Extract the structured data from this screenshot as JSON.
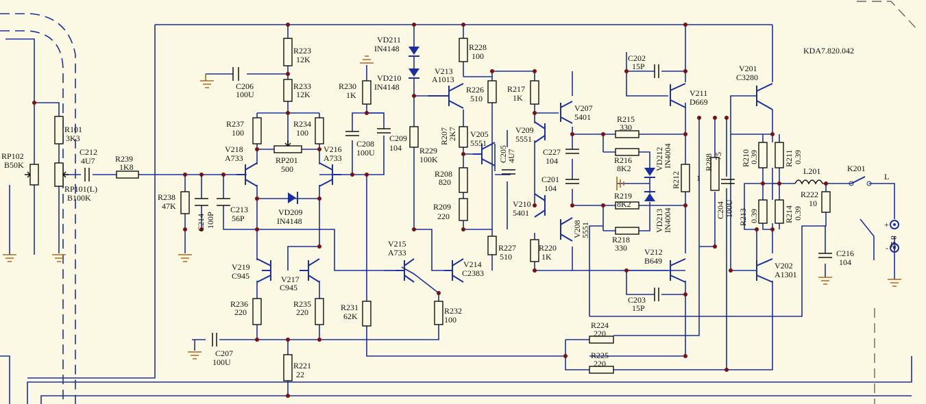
{
  "doc_id": "KDA7.820.042",
  "resistors": [
    {
      "id": "R223",
      "val": "12K"
    },
    {
      "id": "R233",
      "val": "12K"
    },
    {
      "id": "R237",
      "val": "100"
    },
    {
      "id": "R234",
      "val": "100"
    },
    {
      "id": "RP201",
      "val": "500"
    },
    {
      "id": "R238",
      "val": "47K"
    },
    {
      "id": "R239",
      "val": "1K8"
    },
    {
      "id": "R101",
      "val": "3K3"
    },
    {
      "id": "R236",
      "val": "220"
    },
    {
      "id": "R235",
      "val": "220"
    },
    {
      "id": "R221",
      "val": "22"
    },
    {
      "id": "R231",
      "val": "62K"
    },
    {
      "id": "R232",
      "val": "100"
    },
    {
      "id": "R230",
      "val": "1K"
    },
    {
      "id": "R229",
      "val": "100K"
    },
    {
      "id": "R228",
      "val": "100"
    },
    {
      "id": "R226",
      "val": "510"
    },
    {
      "id": "R207",
      "val": "2K7"
    },
    {
      "id": "R208",
      "val": "820"
    },
    {
      "id": "R209",
      "val": "220"
    },
    {
      "id": "R227",
      "val": "510"
    },
    {
      "id": "R217",
      "val": "1K"
    },
    {
      "id": "R220",
      "val": "1K"
    },
    {
      "id": "R215",
      "val": "330"
    },
    {
      "id": "R216",
      "val": "8K2"
    },
    {
      "id": "R219",
      "val": "8K2"
    },
    {
      "id": "R218",
      "val": "330"
    },
    {
      "id": "R212",
      "val": "1"
    },
    {
      "id": "R288",
      "val": "75"
    },
    {
      "id": "R210",
      "val": "0.39"
    },
    {
      "id": "R211",
      "val": "0.39"
    },
    {
      "id": "R213",
      "val": "0.39"
    },
    {
      "id": "R214",
      "val": "0.39"
    },
    {
      "id": "R222",
      "val": "10"
    },
    {
      "id": "R224",
      "val": "220"
    },
    {
      "id": "R225",
      "val": "220"
    }
  ],
  "capacitors": [
    {
      "id": "C206",
      "val": "100U"
    },
    {
      "id": "C212",
      "val": "4U7"
    },
    {
      "id": "C214",
      "val": "100P"
    },
    {
      "id": "C213",
      "val": "56P"
    },
    {
      "id": "C207",
      "val": "100U"
    },
    {
      "id": "C208",
      "val": "100U"
    },
    {
      "id": "C209",
      "val": "104"
    },
    {
      "id": "C205",
      "val": "4U7"
    },
    {
      "id": "C227",
      "val": "104"
    },
    {
      "id": "C201",
      "val": "104"
    },
    {
      "id": "C202",
      "val": "15P"
    },
    {
      "id": "C203",
      "val": "15P"
    },
    {
      "id": "C204",
      "val": "100U"
    },
    {
      "id": "C216",
      "val": "104"
    }
  ],
  "transistors": [
    {
      "id": "V218",
      "val": "A733"
    },
    {
      "id": "V216",
      "val": "A733"
    },
    {
      "id": "V219",
      "val": "C945"
    },
    {
      "id": "V217",
      "val": "C945"
    },
    {
      "id": "V213",
      "val": "A1013"
    },
    {
      "id": "V215",
      "val": "A733"
    },
    {
      "id": "V214",
      "val": "C2383"
    },
    {
      "id": "V205",
      "val": "5551"
    },
    {
      "id": "V209",
      "val": "5551"
    },
    {
      "id": "V207",
      "val": "5401"
    },
    {
      "id": "V210",
      "val": "5401"
    },
    {
      "id": "V208",
      "val": "5551"
    },
    {
      "id": "V211",
      "val": "D669"
    },
    {
      "id": "V212",
      "val": "B649"
    },
    {
      "id": "V201",
      "val": "C3280"
    },
    {
      "id": "V202",
      "val": "A1301"
    }
  ],
  "diodes": [
    {
      "id": "VD211",
      "val": "IN4148"
    },
    {
      "id": "VD210",
      "val": "IN4148"
    },
    {
      "id": "VD209",
      "val": "IN4148"
    },
    {
      "id": "VD212",
      "val": "IN4004"
    },
    {
      "id": "VD213",
      "val": "IN4004"
    }
  ],
  "pots": [
    {
      "id": "RP102",
      "val": "B50K"
    },
    {
      "id": "RP101(L)",
      "val": "B100K"
    }
  ],
  "misc": {
    "inductor": "L201",
    "switch": "K201",
    "switch_pos": "L",
    "spk_plus": "+",
    "spk_minus": "-",
    "spk_ohm": "8 Ω"
  }
}
